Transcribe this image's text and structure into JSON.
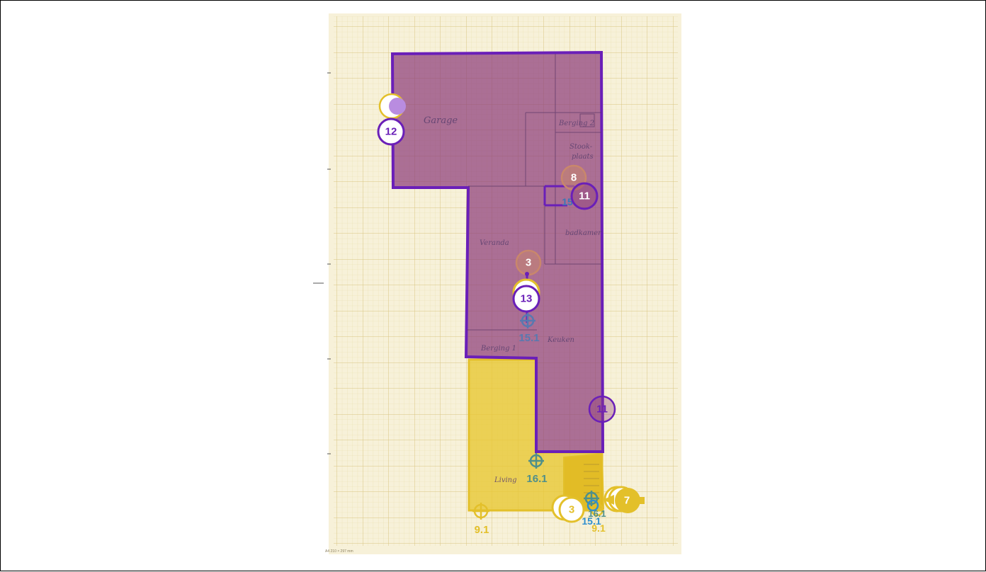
{
  "sheet": {
    "paper_color": "#f7f1d9",
    "grid_minor_color": "#e9dfae",
    "grid_major_color": "#dccb8a",
    "footer_text": "A4  210 × 297 mm"
  },
  "colors": {
    "purple_fill": "#8e3d7a",
    "purple_stroke": "#6a1fb8",
    "yellow_fill": "#e8c630",
    "yellow_stroke": "#e3c02a",
    "orange_badge": "#c9876b",
    "teal_marker": "#4f8f8a",
    "blue_marker": "#2f8fcf"
  },
  "rooms": {
    "garage": "Garage",
    "berging2": "Berging 2",
    "stook_1": "Stook-",
    "stook_2": "plaats",
    "badkamer": "badkamer",
    "veranda": "Veranda",
    "keuken": "Keuken",
    "berging1": "Berging 1",
    "living": "Living"
  },
  "badges": {
    "b12": "12",
    "b8": "8",
    "b11_top": "11",
    "b3_mid": "3",
    "b13": "13",
    "b11_right": "11",
    "b3_bottom": "3",
    "b7": "7",
    "b15_partial": "15"
  },
  "markers": {
    "m15_1_mid": "15.1",
    "m16_1_mid": "16.1",
    "m9_1_left": "9.1",
    "m16_1_right": "16.1",
    "m15_1_right": "15.1",
    "m9_1_right": "9.1"
  },
  "icons": {
    "target": "crosshair-target-icon"
  }
}
